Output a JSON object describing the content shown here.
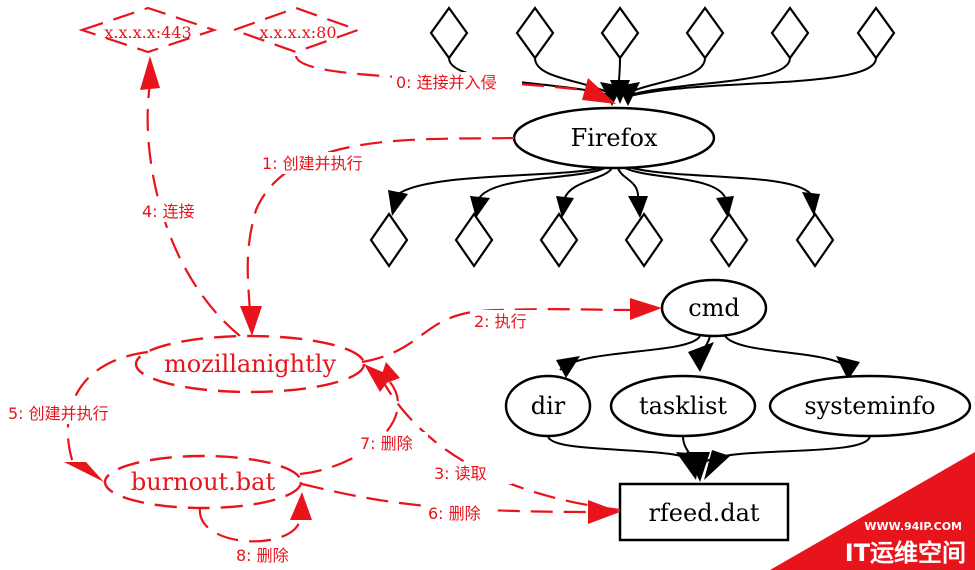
{
  "colors": {
    "red": "#e8141c",
    "black": "#000000",
    "white": "#ffffff"
  },
  "nodes": {
    "ip443": "x.x.x.x:443",
    "ip80": "x.x.x.x:80",
    "firefox": "Firefox",
    "mozillanightly": "mozillanightly",
    "burnout": "burnout.bat",
    "cmd": "cmd",
    "dir": "dir",
    "tasklist": "tasklist",
    "systeminfo": "systeminfo",
    "rfeed": "rfeed.dat"
  },
  "edges": {
    "e0": "0: 连接并入侵",
    "e1": "1: 创建并执行",
    "e2": "2:  执行",
    "e3": "3:  读取",
    "e4": "4: 连接",
    "e5": "5: 创建并执行",
    "e6": "6: 删除",
    "e7": "7: 删除",
    "e8": "8: 删除"
  },
  "watermark": {
    "url": "WWW.94IP.COM",
    "brand": "IT运维空间"
  }
}
